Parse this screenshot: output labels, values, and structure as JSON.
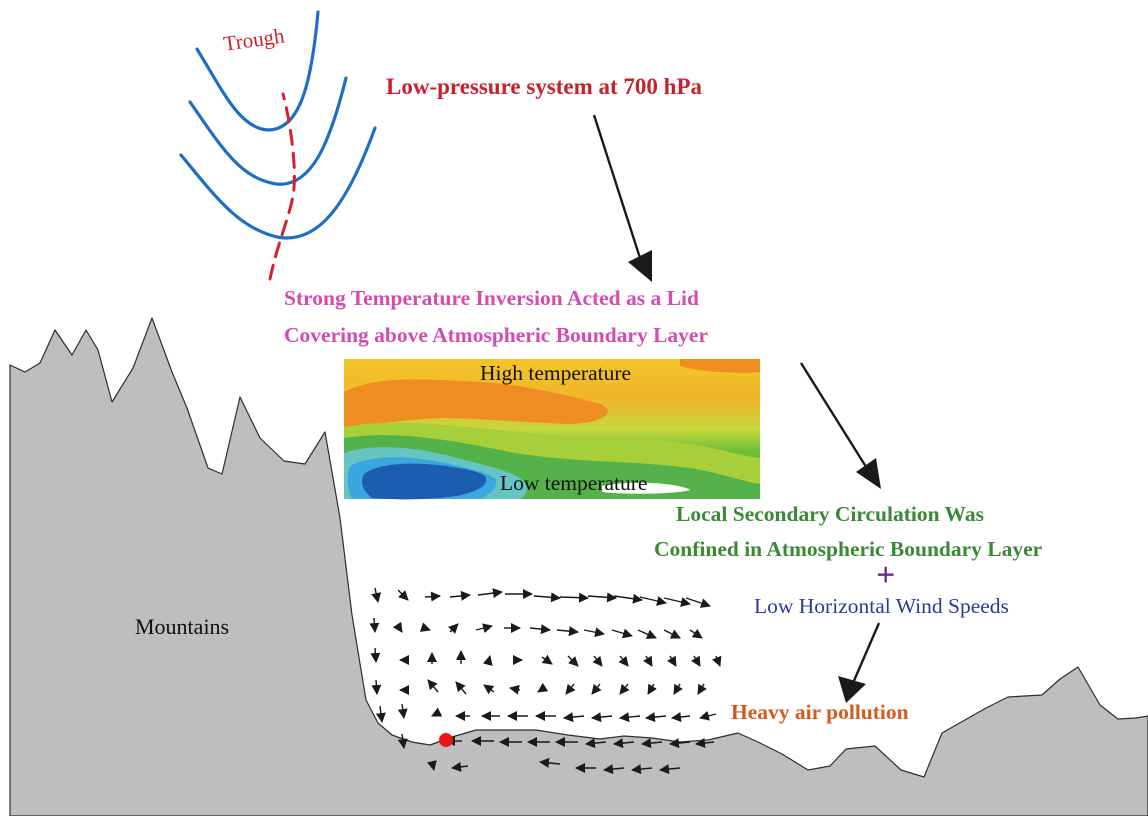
{
  "labels": {
    "trough": "Trough",
    "low_pressure": "Low-pressure system at 700 hPa",
    "inversion_line1": "Strong Temperature Inversion Acted as a Lid",
    "inversion_line2": "Covering above Atmospheric Boundary Layer",
    "high_temperature": "High temperature",
    "low_temperature": "Low temperature",
    "local_circulation_line1": "Local Secondary Circulation Was",
    "local_circulation_line2": "Confined in Atmospheric Boundary Layer",
    "plus_sign": "+",
    "low_wind": "Low Horizontal Wind Speeds",
    "mountains": "Mountains",
    "heavy_pollution": "Heavy air pollution"
  },
  "colors": {
    "trough_label": "#cc1f2c",
    "trough_line": "#d62030",
    "contour_lines": "#1e6fc4",
    "low_pressure_text": "#c8202e",
    "inversion_text": "#d44bb1",
    "local_circulation_text": "#3a8a35",
    "plus_sign": "#6a2a8c",
    "low_wind_text": "#2b3a9b",
    "heavy_pollution_text": "#d45a1e",
    "terrain_fill": "#bebebe",
    "terrain_edge": "#2e2e2e",
    "arrow": "#1a1a1a",
    "pollution_dot": "#e81818"
  }
}
